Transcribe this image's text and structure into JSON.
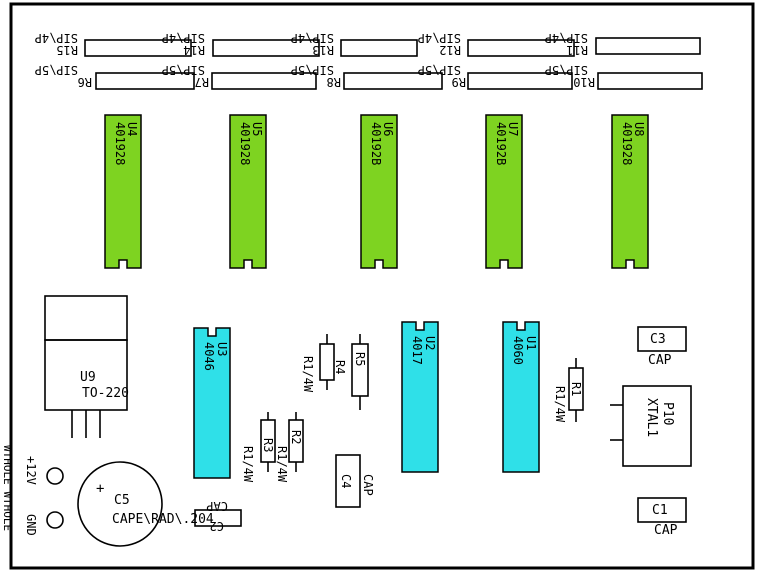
{
  "colors": {
    "background": "#ffffff",
    "ink": "#000000",
    "ic_4019": "#7ed321",
    "ic_other": "#2fe0e8"
  },
  "sip_rows": {
    "top_labels": [
      "SIP\\4P",
      "SIP\\4P",
      "SIP\\4P",
      "SIP\\4P",
      "SIP\\4P"
    ],
    "top_refs": [
      "R15",
      "R14",
      "R13",
      "R12",
      "R11"
    ],
    "mid_labels": [
      "SIP\\5P",
      "SIP\\5P",
      "SIP\\5P",
      "SIP\\5P",
      "SIP\\5P"
    ],
    "bottom_refs": [
      "R6",
      "R7",
      "R8",
      "R9",
      "R10"
    ]
  },
  "green_ics": [
    {
      "ref": "U4",
      "part": "401928"
    },
    {
      "ref": "U5",
      "part": "401928"
    },
    {
      "ref": "U6",
      "part": "40192B"
    },
    {
      "ref": "U7",
      "part": "40192B"
    },
    {
      "ref": "U8",
      "part": "401928"
    }
  ],
  "cyan_ics": [
    {
      "ref": "U3",
      "part": "4046"
    },
    {
      "ref": "U2",
      "part": "4017"
    },
    {
      "ref": "U1",
      "part": "4060"
    }
  ],
  "regulator": {
    "ref": "U9",
    "pkg": "TO-220"
  },
  "capacitors": {
    "c5": {
      "ref": "C5",
      "label": "CAPE\\RAD\\.204"
    },
    "c4": {
      "ref": "C4",
      "label": "CAP"
    },
    "c3": {
      "ref": "C3",
      "label": "CAP"
    },
    "c1": {
      "ref": "C1",
      "label": "CAP"
    },
    "cap_flipped": "CAP",
    "c_ref": "C2"
  },
  "resistors": {
    "r1": {
      "ref": "R1",
      "label": "R1/4W"
    },
    "r2": {
      "ref": "R2",
      "label": "R1/4W"
    },
    "r3": {
      "ref": "R3",
      "label": "R1/4W"
    },
    "r4": {
      "ref": "R4",
      "label": "R1/4W"
    },
    "r5": {
      "ref": "R5"
    }
  },
  "crystal": {
    "ref": "P10",
    "label": "XTAL1"
  },
  "power": {
    "v12": "+12V",
    "gnd": "GND",
    "hole_label": "WTHOLE WTHOLE"
  }
}
